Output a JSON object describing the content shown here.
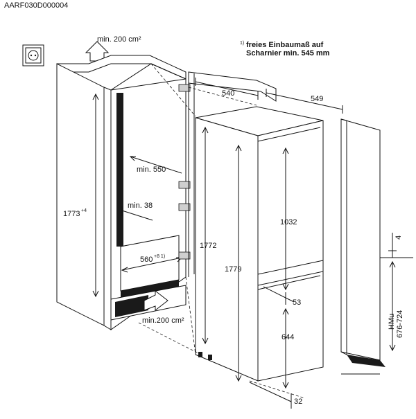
{
  "doc_code": "AARF030D000004",
  "note": {
    "marker": "1)",
    "line1": "freies Einbaumaß auf",
    "line2": "Scharnier min. 545 mm"
  },
  "labels": {
    "vent_top": "min. 200 cm²",
    "vent_bottom": "min.200 cm²",
    "niche_depth_min": "min. 550",
    "side_gap_min": "min. 38",
    "niche_width": "560",
    "niche_width_sup": "+8 1)",
    "niche_height": "1773",
    "niche_height_sup": "+4",
    "appliance_depth": "540",
    "appliance_width": "549",
    "door_total_height": "1772",
    "appliance_height": "1779",
    "upper_door_height": "1032",
    "door_gap": "53",
    "lower_door_height": "644",
    "bottom_offset": "32",
    "side_gap": "4",
    "hmu_label": "HMu",
    "hmu_range": "676-724"
  }
}
